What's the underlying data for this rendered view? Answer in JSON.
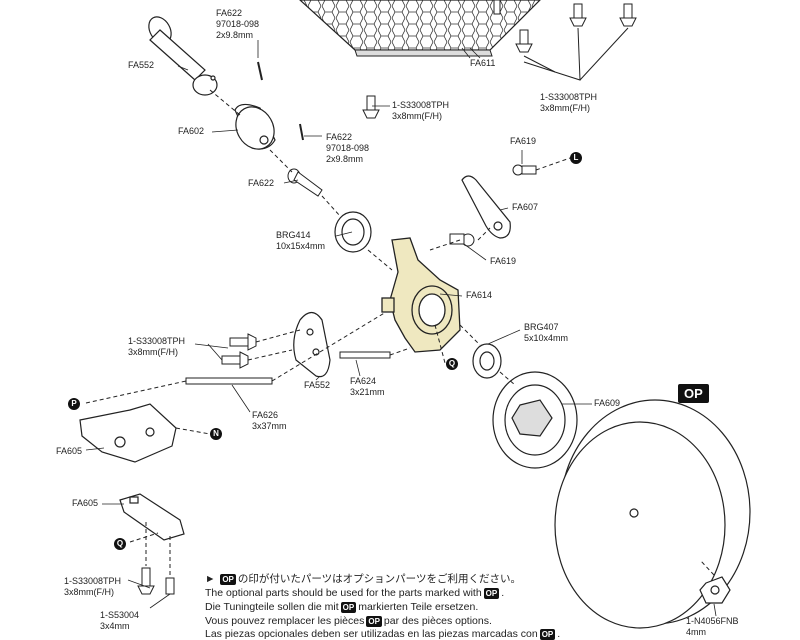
{
  "labels": {
    "fa622_top": [
      "FA622",
      "97018-098",
      "2x9.8mm"
    ],
    "fa552_top": [
      "FA552"
    ],
    "fa611": [
      "FA611"
    ],
    "s33008_top": [
      "1-S33008TPH",
      "3x8mm(F/H)"
    ],
    "s33008_right": [
      "1-S33008TPH",
      "3x8mm(F/H)"
    ],
    "fa602": [
      "FA602"
    ],
    "fa622_mid": [
      "FA622",
      "97018-098",
      "2x9.8mm"
    ],
    "fa622_pin": [
      "FA622"
    ],
    "fa619_top": [
      "FA619"
    ],
    "fa607": [
      "FA607"
    ],
    "brg414": [
      "BRG414",
      "10x15x4mm"
    ],
    "fa619_mid": [
      "FA619"
    ],
    "fa614": [
      "FA614"
    ],
    "s33008_left": [
      "1-S33008TPH",
      "3x8mm(F/H)"
    ],
    "brg407": [
      "BRG407",
      "5x10x4mm"
    ],
    "fa552_mid": [
      "FA552"
    ],
    "fa624": [
      "FA624",
      "3x21mm"
    ],
    "fa609": [
      "FA609"
    ],
    "fa626": [
      "FA626",
      "3x37mm"
    ],
    "fa605_a": [
      "FA605"
    ],
    "fa605_b": [
      "FA605"
    ],
    "s33008_bottom": [
      "1-S33008TPH",
      "3x8mm(F/H)"
    ],
    "s53004": [
      "1-S53004",
      "3x4mm"
    ],
    "n4056": [
      "1-N4056FNB",
      "4mm"
    ]
  },
  "markers": {
    "L": "L",
    "P": "P",
    "N": "N",
    "Q1": "Q",
    "Q2": "Q"
  },
  "op_badge": "OP",
  "notes": {
    "op_chip": "OP",
    "line_ja_pre": "の印が付いたパーツはオプションパーツをご利用ください。",
    "line_en_pre": "The optional parts should be used for the parts marked with",
    "line_en_post": ".",
    "line_de_pre": "Die Tuningteile sollen die mit",
    "line_de_post": "markierten Teile ersetzen.",
    "line_fr_pre": "Vous pouvez remplacer les pièces",
    "line_fr_post": "par des pièces options.",
    "line_es_pre": "Las piezas opcionales deben ser utilizadas en las piezas marcadas con",
    "line_es_post": "."
  },
  "colors": {
    "part_fill": "#efe8c0",
    "line": "#222222"
  }
}
